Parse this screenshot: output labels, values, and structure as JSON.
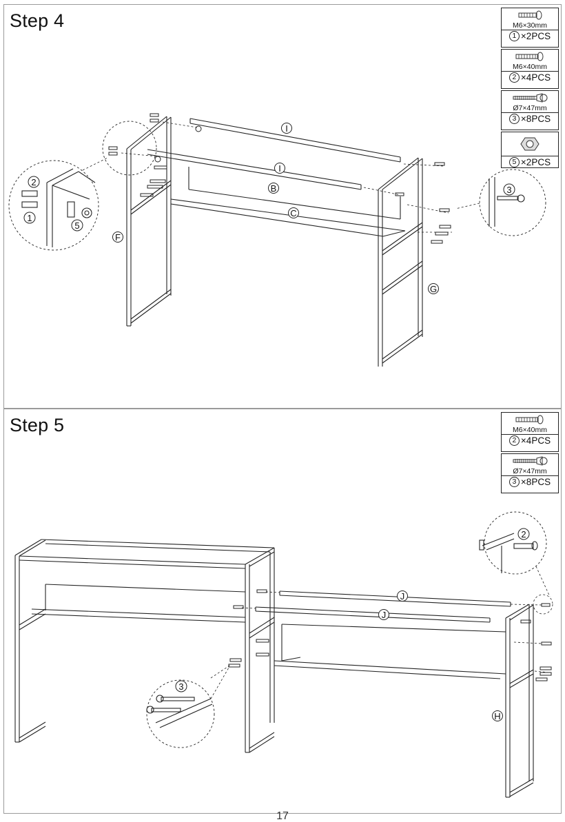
{
  "step4": {
    "title": "Step 4",
    "hardware": [
      {
        "size": "M6×30mm",
        "num": "1",
        "qty": "×2PCS",
        "icon": "bolt-icon"
      },
      {
        "size": "M6×40mm",
        "num": "2",
        "qty": "×4PCS",
        "icon": "bolt-icon"
      },
      {
        "size": "Ø7×47mm",
        "num": "3",
        "qty": "×8PCS",
        "icon": "screw-icon"
      },
      {
        "size": "",
        "num": "5",
        "qty": "×2PCS",
        "icon": "nut-icon"
      }
    ],
    "part_labels": {
      "I_top": "I",
      "I_mid": "I",
      "B": "B",
      "C": "C",
      "F": "F",
      "G": "G"
    },
    "detail_left_labels": {
      "a": "2",
      "b": "1",
      "c": "5"
    },
    "detail_right_label": "3"
  },
  "step5": {
    "title": "Step 5",
    "hardware": [
      {
        "size": "M6×40mm",
        "num": "2",
        "qty": "×4PCS",
        "icon": "bolt-icon"
      },
      {
        "size": "Ø7×47mm",
        "num": "3",
        "qty": "×8PCS",
        "icon": "screw-icon"
      }
    ],
    "part_labels": {
      "J_top": "J",
      "J_mid": "J",
      "H": "H"
    },
    "detail_left_label": "3",
    "detail_right_label": "2"
  },
  "page_number": "17"
}
